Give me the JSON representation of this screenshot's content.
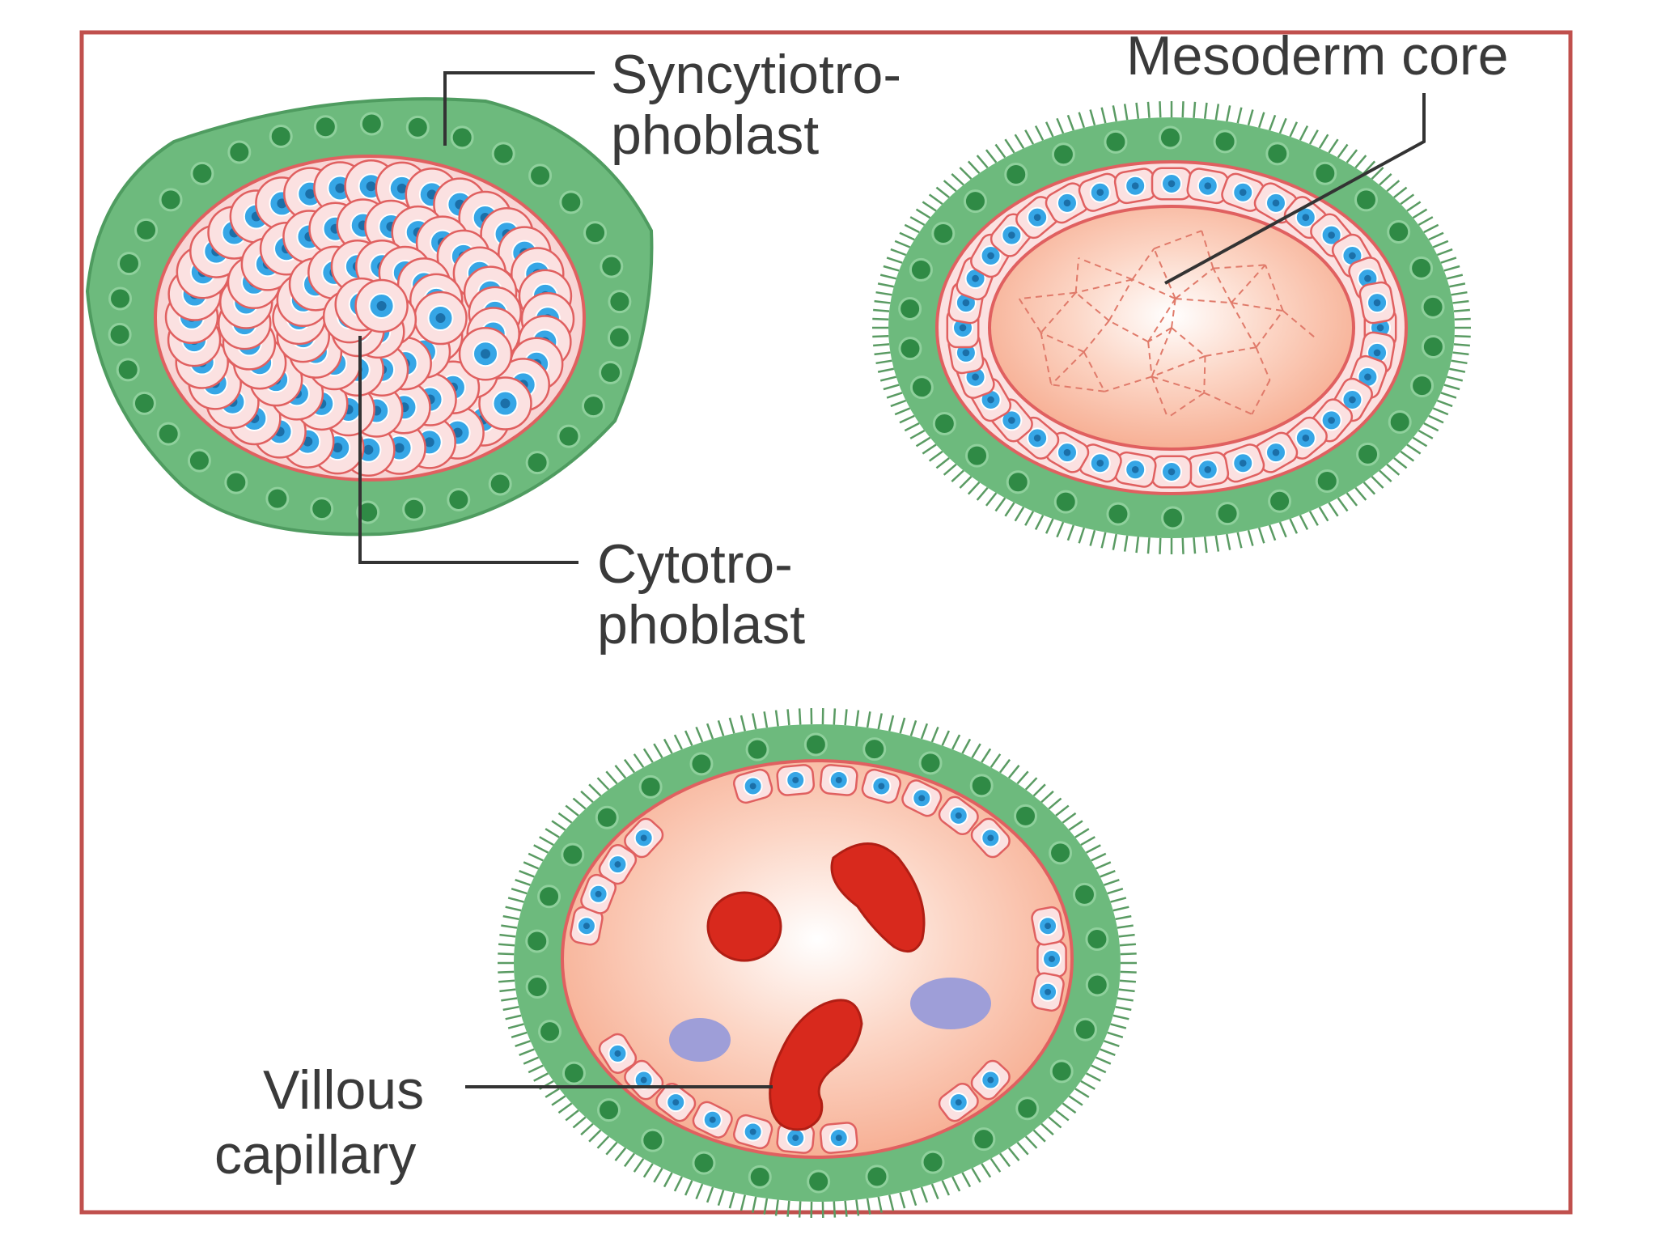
{
  "labels": {
    "syncytiotrophoblast_line1": "Syncytiotro-",
    "syncytiotrophoblast_line2": "phoblast",
    "mesoderm_core": "Mesoderm core",
    "cytotrophoblast_line1": "Cytotro-",
    "cytotrophoblast_line2": "phoblast",
    "villous_capillary_line1": "Villous",
    "villous_capillary_line2": "capillary"
  },
  "colors": {
    "frame": "#c0504d",
    "syncytium_green": "#6dba7d",
    "syncytium_nucleus": "#2f8a45",
    "cell_fill": "#fbe1e1",
    "cell_border": "#e06060",
    "nucleus_blue": "#36a6e6",
    "core_fill": "#f9b9a0",
    "rbc_red": "#d8291d",
    "leukocyte_purple": "#9e9ed8"
  }
}
